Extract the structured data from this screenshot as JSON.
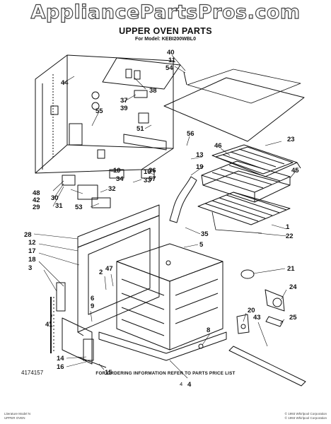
{
  "watermark": "AppliancePartsPros.com",
  "title": "UPPER OVEN PARTS",
  "subtitle": "For Model: KEBI200WBL0",
  "labels": [
    "40",
    "11",
    "54",
    "44",
    "38",
    "37",
    "39",
    "55",
    "51",
    "56",
    "23",
    "46",
    "13",
    "45",
    "10",
    "34",
    "36",
    "57",
    "10",
    "33",
    "19",
    "30",
    "48",
    "42",
    "29",
    "31",
    "32",
    "53",
    "28",
    "35",
    "5",
    "1",
    "12",
    "17",
    "18",
    "3",
    "2",
    "47",
    "22",
    "21",
    "24",
    "20",
    "43",
    "25",
    "6",
    "9",
    "41",
    "8",
    "14",
    "16",
    "15",
    "4"
  ],
  "footer": {
    "part_number": "4174157",
    "ordering_note": "FOR ORDERING INFORMATION REFER TO PARTS PRICE LIST",
    "page_number": "4",
    "fine_left_1": "Literature Model N",
    "fine_left_2": "UPPER OVEN",
    "fine_right_1": "© 1993 Whirlpool Corporation",
    "fine_right_2": "© 1993 Whirlpool Corporation"
  }
}
